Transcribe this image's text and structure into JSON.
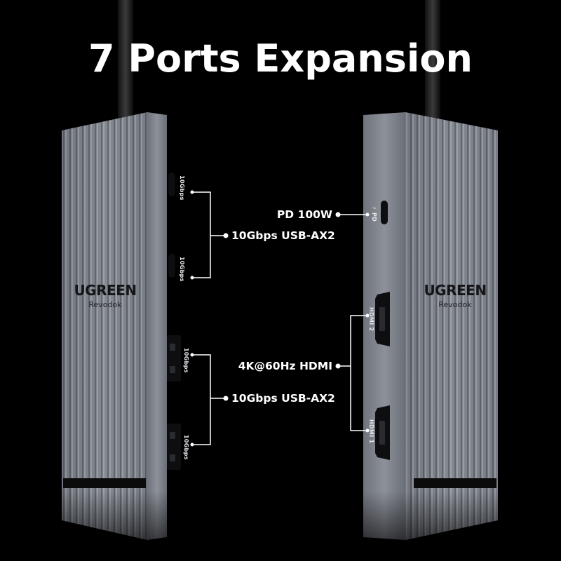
{
  "title": "7 Ports Expansion",
  "left_hub": {
    "brand": "UGREEN",
    "model": "Revodok",
    "port_markings": [
      "10Gbps",
      "10Gbps",
      "10Gbps",
      "10Gbps"
    ]
  },
  "right_hub": {
    "brand": "UGREEN",
    "model": "Revodok",
    "port_markings": [
      "⚡ PD",
      "HDMI 2",
      "HDMI 1"
    ]
  },
  "callouts": {
    "pd": "PD 100W",
    "usb_c": "10Gbps USB-AX2",
    "hdmi": "4K@60Hz HDMI",
    "usb_a": "10Gbps USB-AX2"
  },
  "colors": {
    "background": "#000000",
    "aluminum": "#8a8e96",
    "text": "#ffffff"
  }
}
